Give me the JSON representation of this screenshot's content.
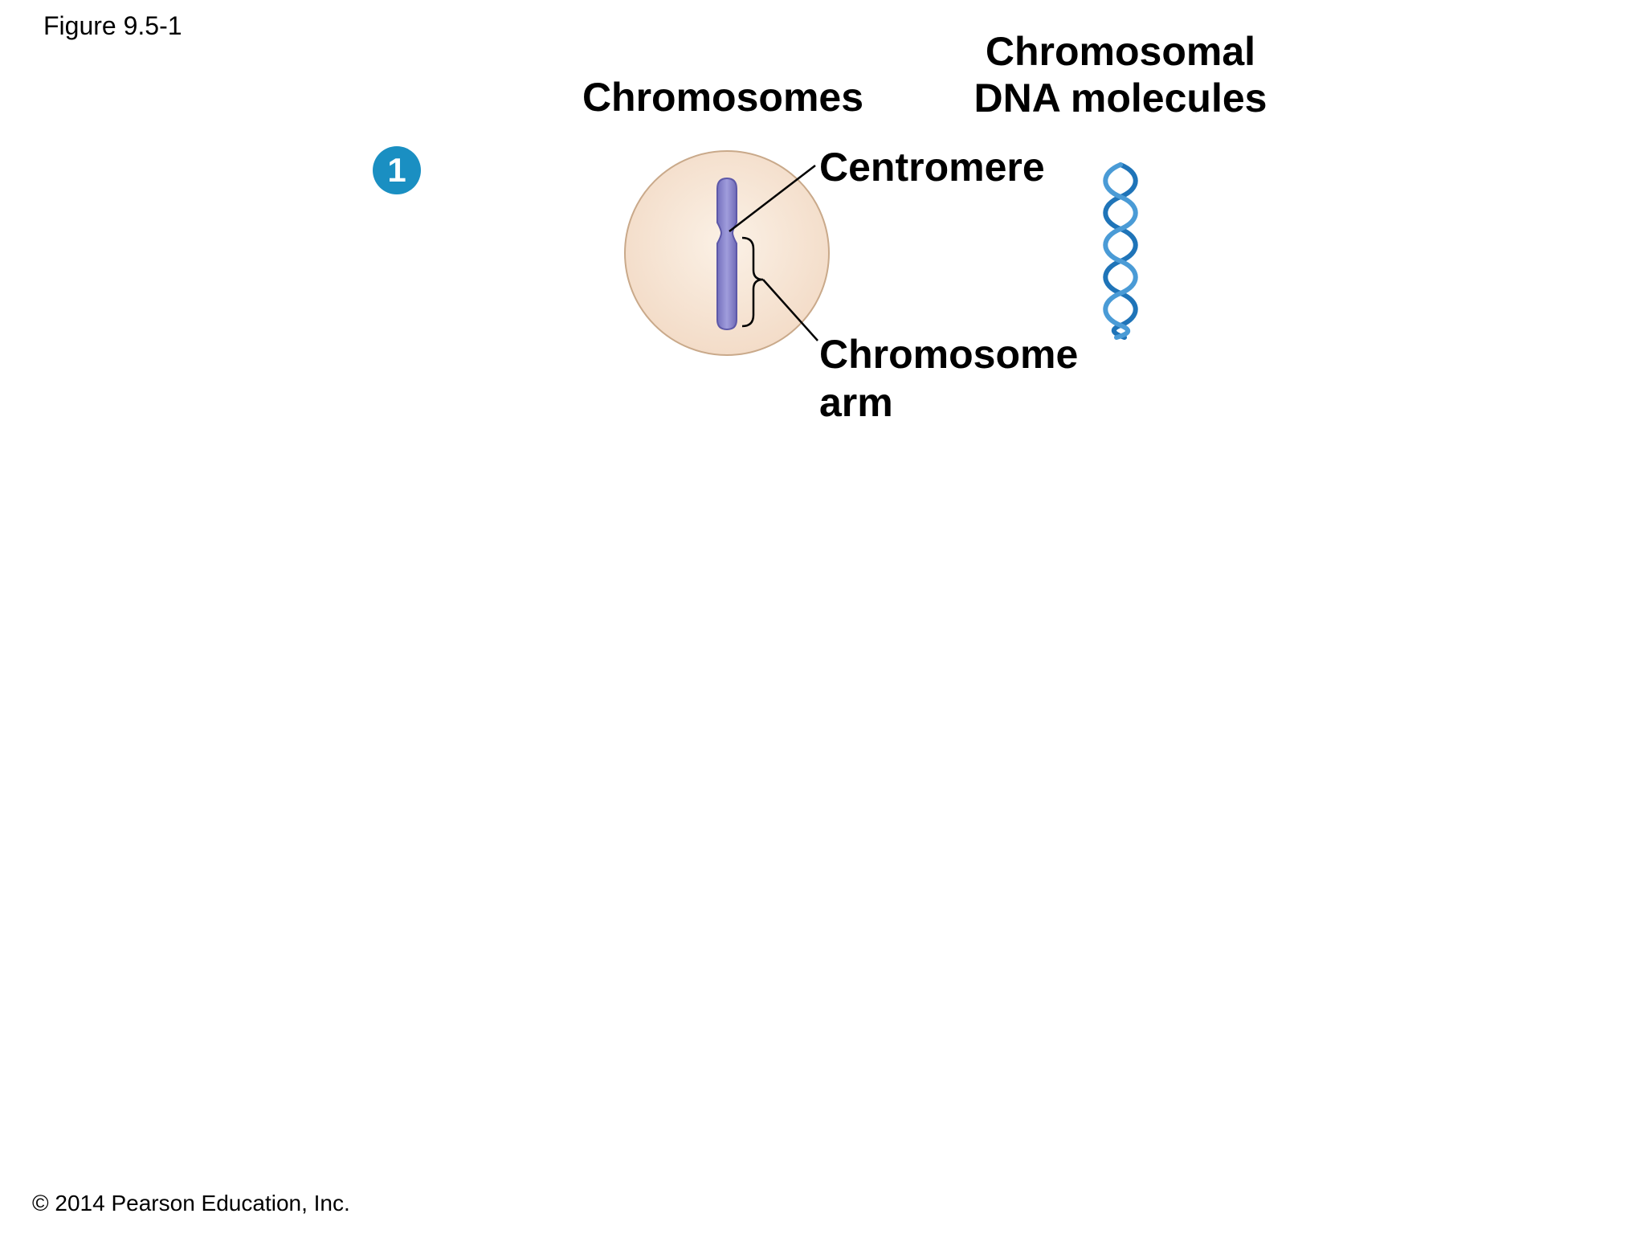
{
  "figure_label": "Figure 9.5-1",
  "headings": {
    "chromosomes": "Chromosomes",
    "dna_line1": "Chromosomal",
    "dna_line2": "DNA molecules"
  },
  "step": {
    "number": "1"
  },
  "labels": {
    "centromere": "Centromere",
    "arm_line1": "Chromosome",
    "arm_line2": "arm"
  },
  "copyright": "© 2014 Pearson Education, Inc.",
  "colors": {
    "cell_fill": "#f8e9dc",
    "cell_stroke": "#c9a98a",
    "chromosome_fill": "#8a86cc",
    "chromosome_stroke": "#5d58a8",
    "dna_blue": "#1f74b8",
    "badge": "#1a8fc2"
  }
}
